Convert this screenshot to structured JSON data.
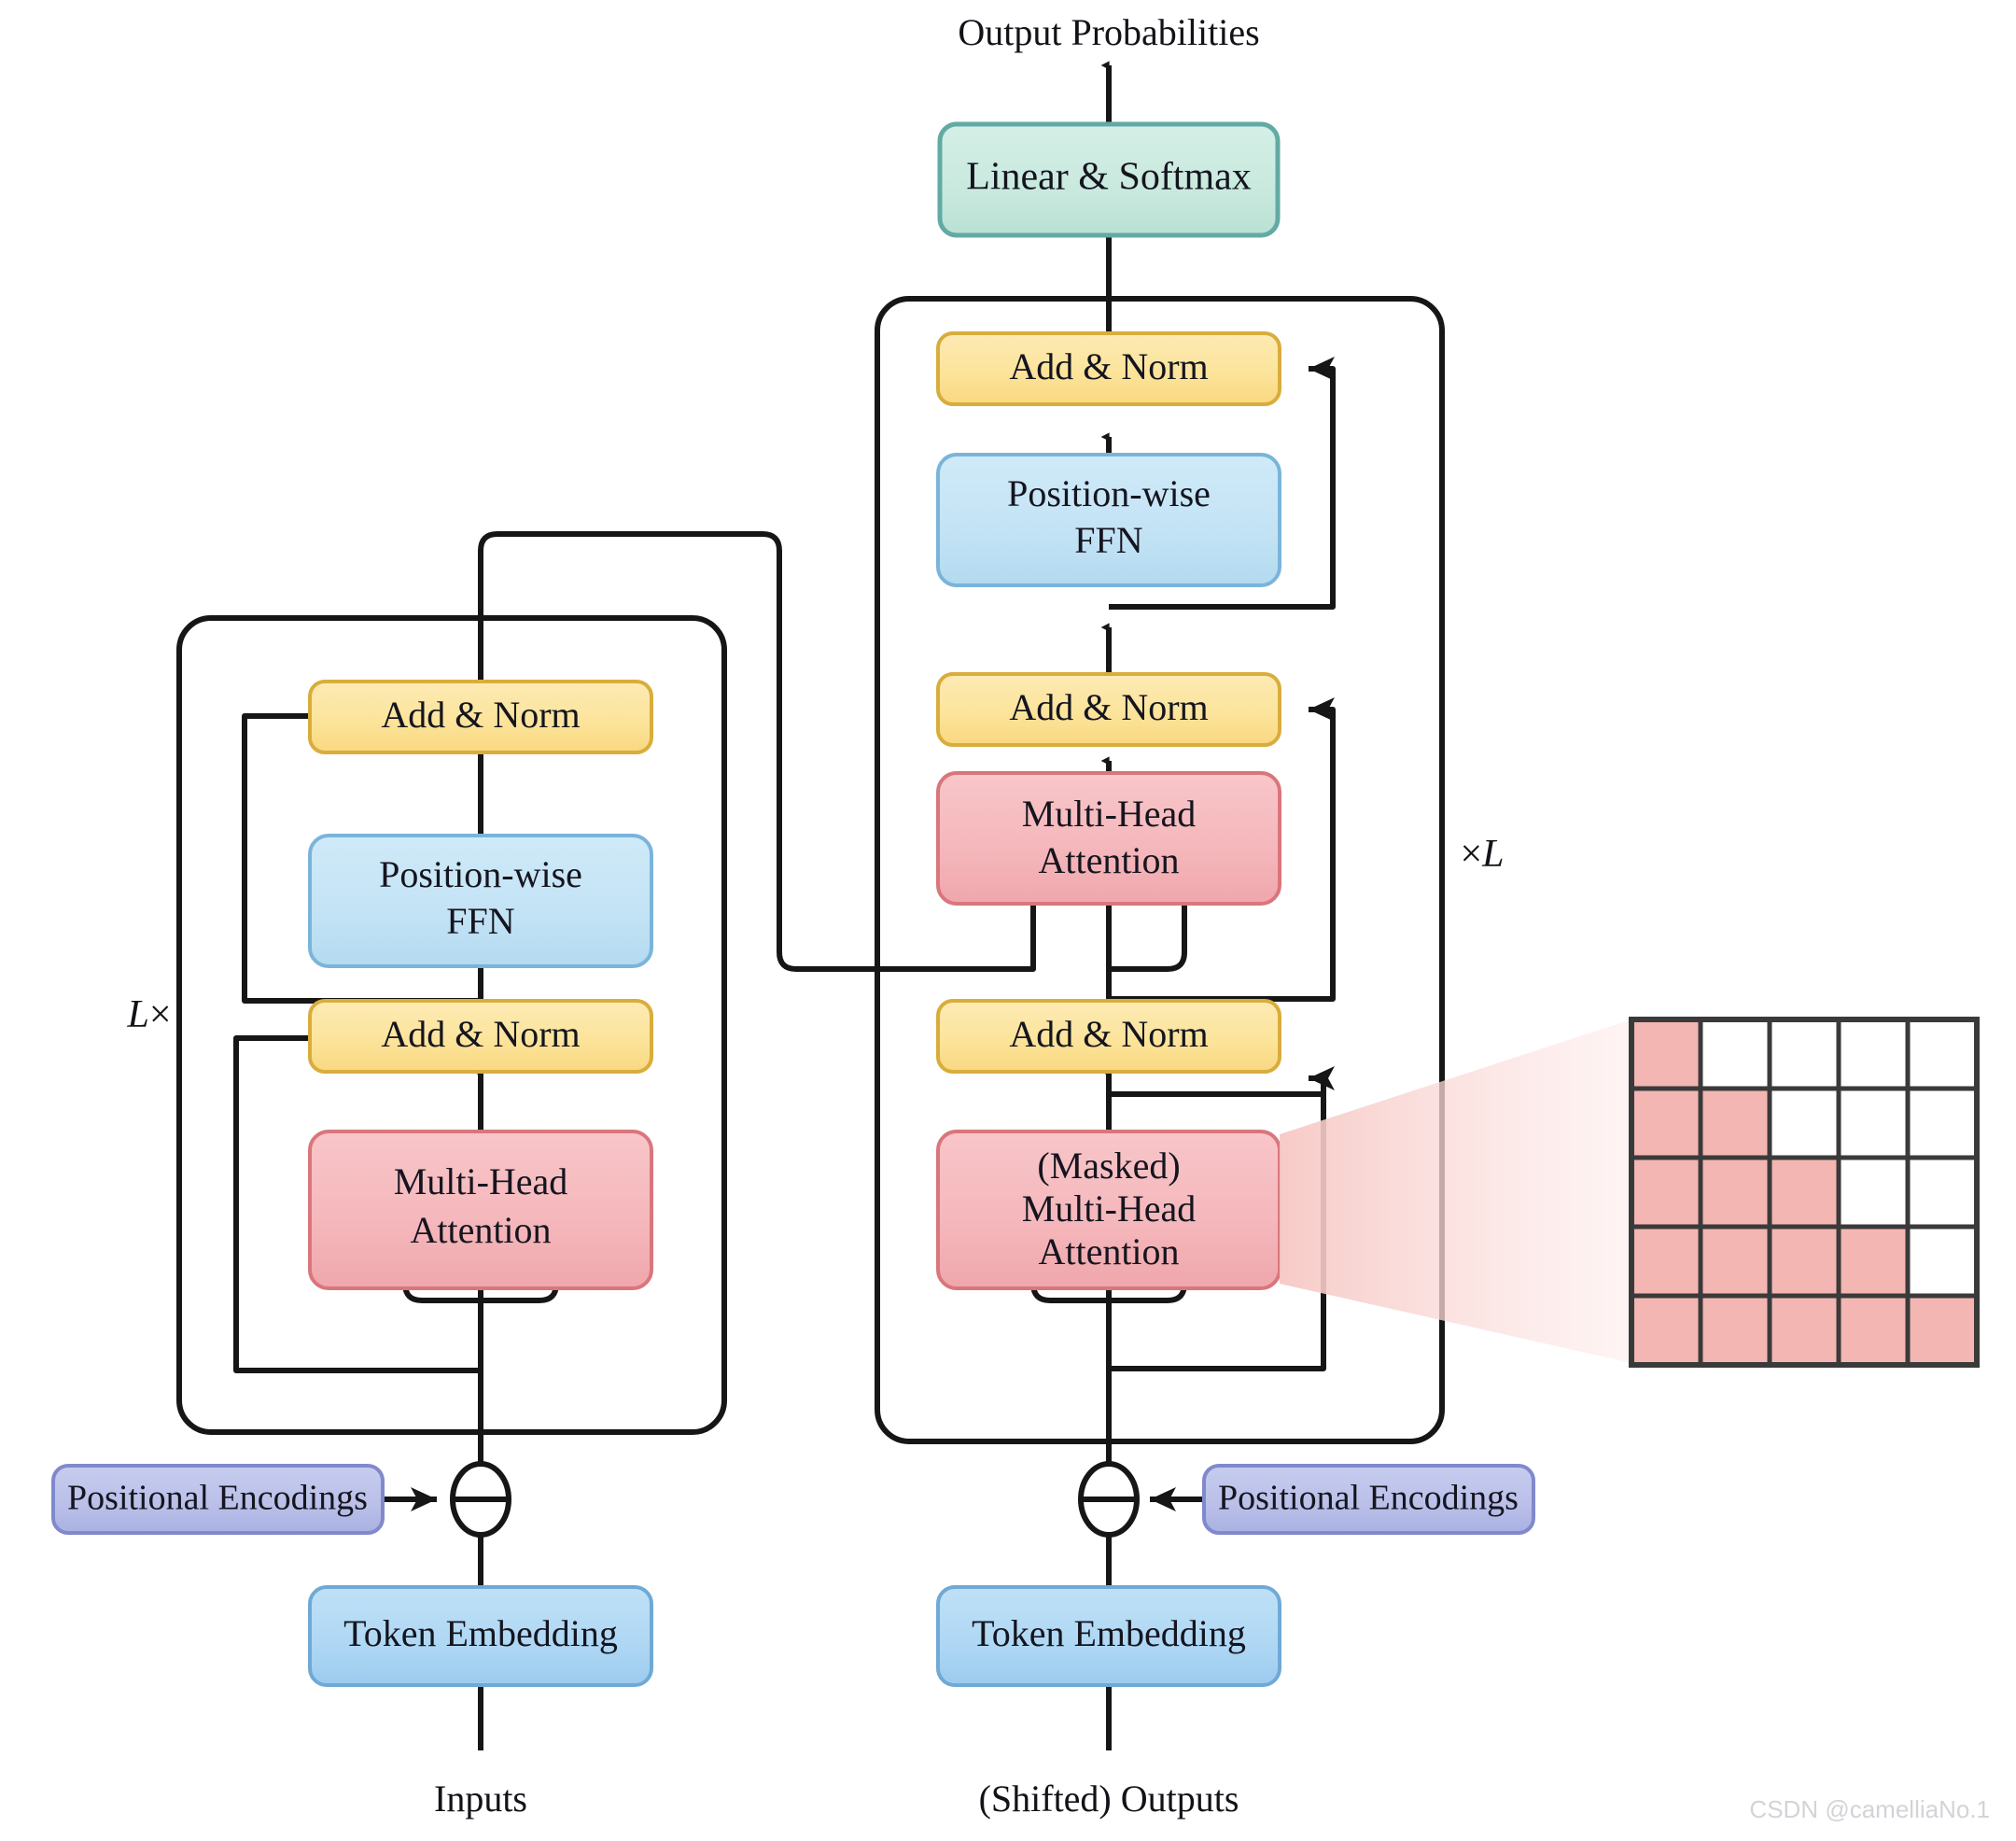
{
  "figure": {
    "title": "Transformer encoder-decoder architecture diagram",
    "top_label": "Output Probabilities",
    "bottom_left_label": "Inputs",
    "bottom_right_label": "(Shifted) Outputs",
    "encoder_repeat": "L×",
    "decoder_repeat": "×L",
    "watermark": "CSDN @camelliaNo.1"
  },
  "colors": {
    "softmax_fill": "#c9e9de",
    "softmax_stroke": "#62aaa4",
    "addnorm_fill": "#fce49b",
    "addnorm_stroke": "#d8ad3c",
    "ffn_fill": "#c3e3f5",
    "ffn_stroke": "#7ab4da",
    "attention_fill": "#f5b8bc",
    "attention_stroke": "#d9767c",
    "posenc_fill": "#b9bfe8",
    "posenc_stroke": "#8189cc",
    "embed_fill": "#aed7f4",
    "embed_stroke": "#6fa9d6",
    "line": "#161616",
    "mask_fill": "#f4b6b2",
    "mask_empty": "#ffffff",
    "mask_grid_stroke": "#3a3a3a",
    "cone_fill": "#fbdedc",
    "watermark": "#d3d3d8"
  },
  "output_head": {
    "linear_softmax": "Linear & Softmax"
  },
  "encoder": {
    "name": "Encoder stack",
    "blocks": [
      {
        "id": "enc-addnorm-2",
        "label": "Add & Norm",
        "kind": "addnorm"
      },
      {
        "id": "enc-ffn",
        "label": "Position-wise\nFFN",
        "line1": "Position-wise",
        "line2": "FFN",
        "kind": "ffn"
      },
      {
        "id": "enc-addnorm-1",
        "label": "Add & Norm",
        "kind": "addnorm"
      },
      {
        "id": "enc-attention",
        "label": "Multi-Head\nAttention",
        "line1": "Multi-Head",
        "line2": "Attention",
        "kind": "attention"
      }
    ],
    "positional_encodings": "Positional Encodings",
    "token_embedding": "Token Embedding",
    "add_symbol": "⊕"
  },
  "decoder": {
    "name": "Decoder stack",
    "blocks": [
      {
        "id": "dec-addnorm-3",
        "label": "Add & Norm",
        "kind": "addnorm"
      },
      {
        "id": "dec-ffn",
        "label": "Position-wise\nFFN",
        "line1": "Position-wise",
        "line2": "FFN",
        "kind": "ffn"
      },
      {
        "id": "dec-addnorm-2",
        "label": "Add & Norm",
        "kind": "addnorm"
      },
      {
        "id": "dec-cross-attention",
        "label": "Multi-Head\nAttention",
        "line1": "Multi-Head",
        "line2": "Attention",
        "kind": "attention"
      },
      {
        "id": "dec-addnorm-1",
        "label": "Add & Norm",
        "kind": "addnorm"
      },
      {
        "id": "dec-masked-attention",
        "label": "(Masked)\nMulti-Head\nAttention",
        "line1": "(Masked)",
        "line2": "Multi-Head",
        "line3": "Attention",
        "kind": "attention"
      }
    ],
    "positional_encodings": "Positional Encodings",
    "token_embedding": "Token Embedding",
    "add_symbol": "⊕"
  },
  "mask_matrix": {
    "name": "causal attention mask",
    "rows": 5,
    "cols": 5,
    "pattern": [
      [
        1,
        0,
        0,
        0,
        0
      ],
      [
        1,
        1,
        0,
        0,
        0
      ],
      [
        1,
        1,
        1,
        0,
        0
      ],
      [
        1,
        1,
        1,
        1,
        0
      ],
      [
        1,
        1,
        1,
        1,
        1
      ]
    ]
  }
}
